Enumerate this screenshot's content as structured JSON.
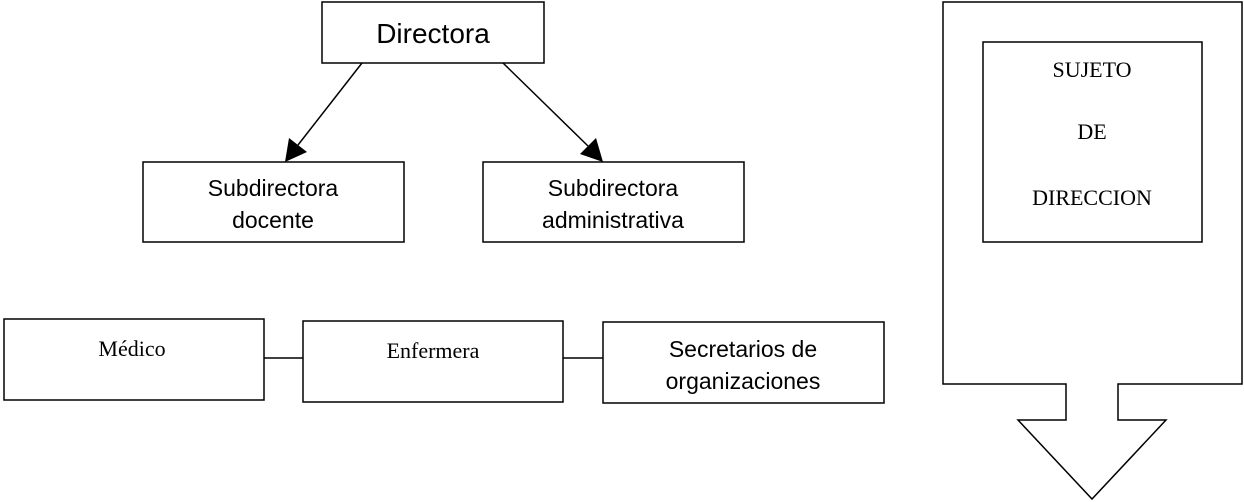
{
  "nodes": {
    "directora": "Directora",
    "subdirectora_docente": [
      "Subdirectora",
      "docente"
    ],
    "subdirectora_administrativa": [
      "Subdirectora",
      "administrativa"
    ],
    "medico": "Médico",
    "enfermera": "Enfermera",
    "secretarios": [
      "Secretarios de",
      "organizaciones"
    ]
  },
  "sujeto_panel": {
    "lines": [
      "SUJETO",
      "DE",
      "DIRECCION"
    ]
  },
  "colors": {
    "stroke": "#000000",
    "fill": "#ffffff"
  }
}
